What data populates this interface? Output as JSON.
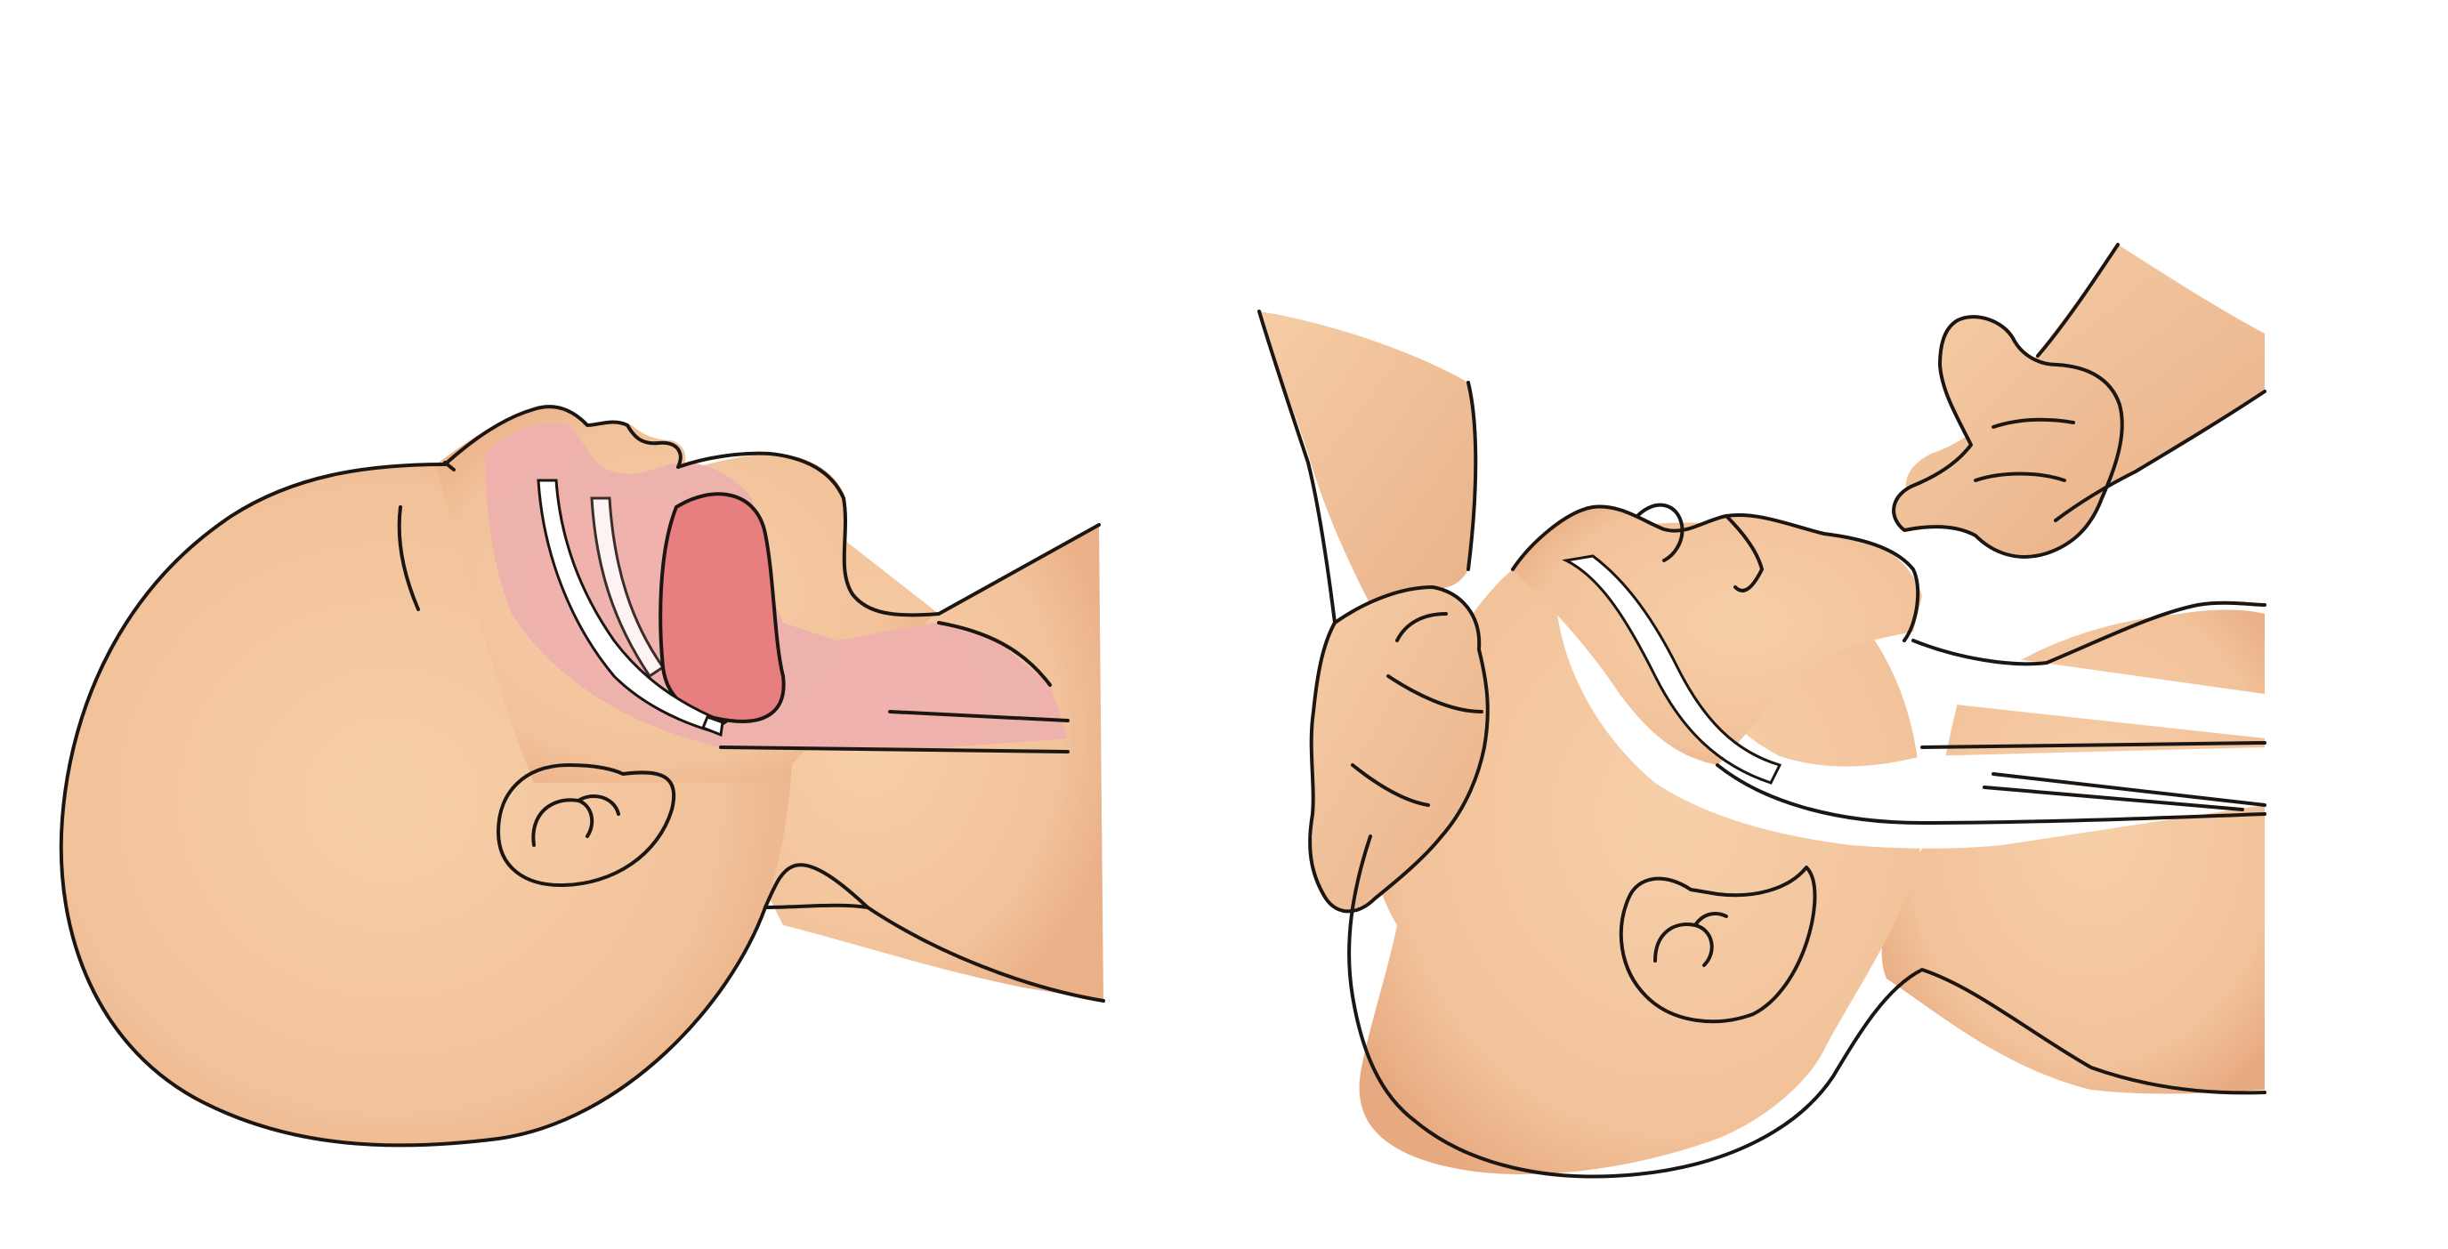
{
  "panels": [
    {
      "key": "head-tilt-closed-airway",
      "icon": "head-closed-airway-illustration"
    },
    {
      "key": "head-tilt-chin-lift-open-airway",
      "icon": "head-tilt-chin-lift-illustration"
    }
  ],
  "colors": {
    "skin": "#f4c9a2",
    "skin_shadow": "#e9aa7c",
    "airway": "#eeb0ae",
    "tongue": "#e77f80",
    "outline": "#1c1612",
    "background": "#ffffff"
  }
}
